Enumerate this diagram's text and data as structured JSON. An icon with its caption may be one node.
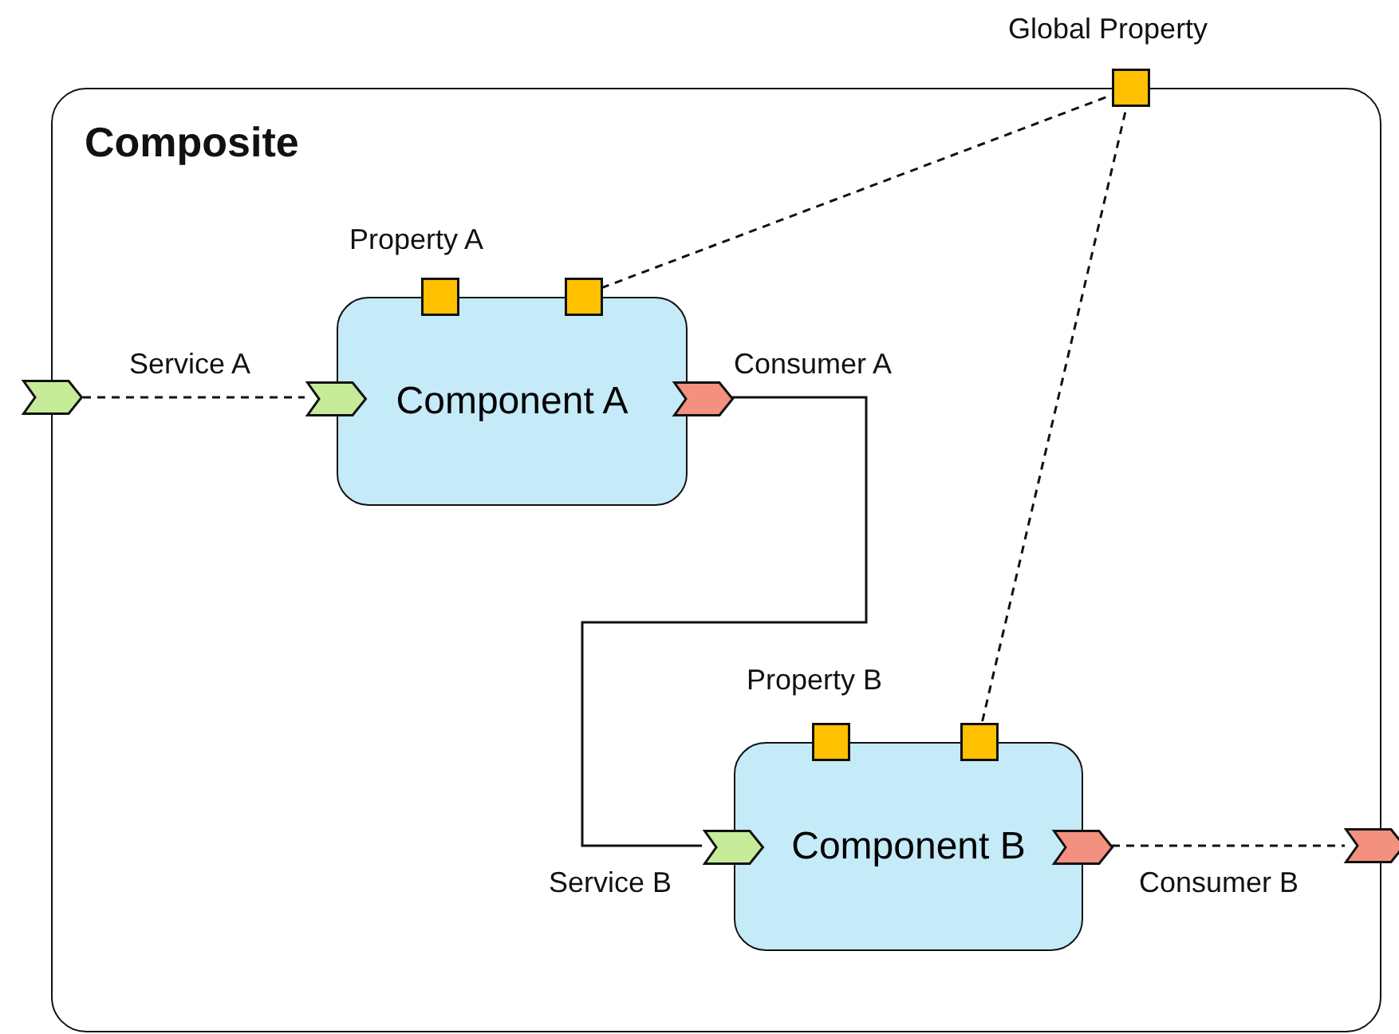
{
  "diagram": {
    "nodes": [
      {
        "text": [
          "Composite"
        ]
      },
      {
        "text": [
          "Component A"
        ],
        "in": 0
      },
      {
        "text": [
          "Component B"
        ],
        "in": 0
      },
      {
        "text": [],
        "shape": "chevron"
      },
      {
        "text": [],
        "shape": "chevron",
        "in": 0
      },
      {
        "text": [],
        "shape": "chevron",
        "in": 0,
        "beside": [
          "Consumer A"
        ]
      },
      {
        "text": [],
        "shape": "box",
        "in": 0
      },
      {
        "text": [],
        "shape": "box",
        "in": 0
      },
      {
        "text": [],
        "shape": "box",
        "beside": [
          "Global Property"
        ]
      },
      {
        "text": [],
        "shape": "chevron",
        "in": 0,
        "beside": [
          "Service B"
        ]
      },
      {
        "text": [],
        "shape": "box",
        "in": 0
      },
      {
        "text": [],
        "shape": "box",
        "in": 0
      },
      {
        "text": [],
        "shape": "chevron",
        "in": 0
      },
      {
        "text": [],
        "shape": "chevron"
      }
    ],
    "edges": [
      {
        "from": 3,
        "to": 4,
        "arrow": "none",
        "style": "dashed",
        "label": "Service A"
      },
      {
        "from": 5,
        "to": 9,
        "arrow": "none"
      },
      {
        "from": 7,
        "to": 8,
        "arrow": "none",
        "style": "dashed"
      },
      {
        "from": 11,
        "to": 8,
        "arrow": "none",
        "style": "dashed"
      },
      {
        "from": 12,
        "to": 13,
        "arrow": "none",
        "style": "dashed",
        "label": "Consumer B"
      }
    ],
    "labels": [
      "Property A",
      "Property B"
    ]
  }
}
